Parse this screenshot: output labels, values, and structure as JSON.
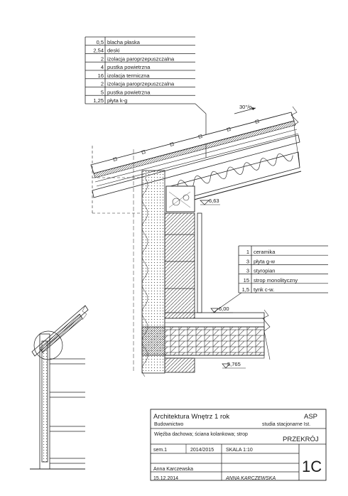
{
  "roof_layers": [
    {
      "thickness": "0,5",
      "material": "blacha płaska"
    },
    {
      "thickness": "2,54",
      "material": "deski"
    },
    {
      "thickness": "2",
      "material": "izolacja paroprzepuszczalna"
    },
    {
      "thickness": "4",
      "material": "pustka powietrzna"
    },
    {
      "thickness": "16",
      "material": "izolacja termiczna"
    },
    {
      "thickness": "2",
      "material": "izolacja paroprzepuszczalna"
    },
    {
      "thickness": "5",
      "material": "pustka powietrzna"
    },
    {
      "thickness": "1,25",
      "material": "płyta k-g"
    }
  ],
  "floor_layers": [
    {
      "thickness": "1",
      "material": "ceramika"
    },
    {
      "thickness": "3",
      "material": "płyta g-w"
    },
    {
      "thickness": "3",
      "material": "styropian"
    },
    {
      "thickness": "15",
      "material": "strop monolityczny"
    },
    {
      "thickness": "1,5",
      "material": "tynk c-w."
    }
  ],
  "annotations": {
    "slope": "30°/o",
    "level_top": "6,63",
    "level_floor": "6,00",
    "level_bottom": "5,765"
  },
  "title_block": {
    "title": "Architektura Wnętrz 1 rok",
    "school": "ASP",
    "subject": "Budownictwo",
    "study_mode": "studia stacjonarne Ist.",
    "drawing_type": "PRZEKRÓJ",
    "description": "Więźba dachowa; ściana kolankowa; strop",
    "semester": "sem.1",
    "year": "2014/2015",
    "scale": "SKALA  1:10",
    "sheet_code": "1C",
    "author": "Anna Karczewska",
    "date": "15.12.2014",
    "signature": "ANNA KARCZEWSKA"
  }
}
